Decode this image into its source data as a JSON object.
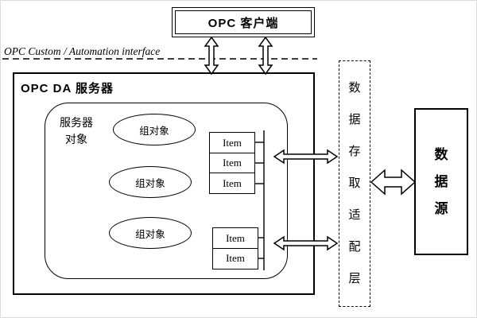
{
  "client": {
    "label": "OPC 客户端"
  },
  "interface": {
    "label": "OPC Custom / Automation interface"
  },
  "server": {
    "title": "OPC DA 服务器"
  },
  "server_object": {
    "line1": "服务器",
    "line2": "对象"
  },
  "groups": [
    "组对象",
    "组对象",
    "组对象"
  ],
  "items": {
    "stack1": [
      "Item",
      "Item",
      "Item"
    ],
    "stack2": [
      "Item",
      "Item"
    ]
  },
  "adapter": {
    "label": "数据存取适配层"
  },
  "datasource": {
    "label": "数据源"
  },
  "colors": {
    "line": "#000000",
    "background": "#ffffff"
  }
}
